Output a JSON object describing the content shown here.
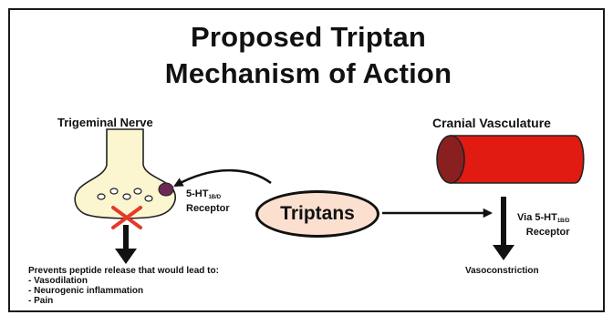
{
  "title": {
    "line1": "Proposed Triptan",
    "line2": "Mechanism of Action"
  },
  "nerve": {
    "label": "Trigeminal Nerve",
    "receptor_prefix": "5-HT",
    "receptor_sub": "1B/D",
    "receptor_word": "Receptor"
  },
  "drug": {
    "label": "Triptans"
  },
  "vasculature": {
    "label": "Cranial Vasculature",
    "receptor_prefix": "Via 5-HT",
    "receptor_sub": "1B/D",
    "receptor_word": "Receptor",
    "effect": "Vasoconstriction"
  },
  "nerve_effect": {
    "heading": "Prevents peptide release that would lead to:",
    "items": [
      "- Vasodilation",
      "- Neurogenic inflammation",
      "- Pain"
    ]
  },
  "colors": {
    "nerve_fill": "#fbf6cf",
    "vessel_red": "#e11a12",
    "vessel_dark": "#8a1f1f",
    "pill_fill": "#fbe0d0",
    "receptor_purple": "#6a2a55",
    "block_x": "#e43a2a"
  }
}
